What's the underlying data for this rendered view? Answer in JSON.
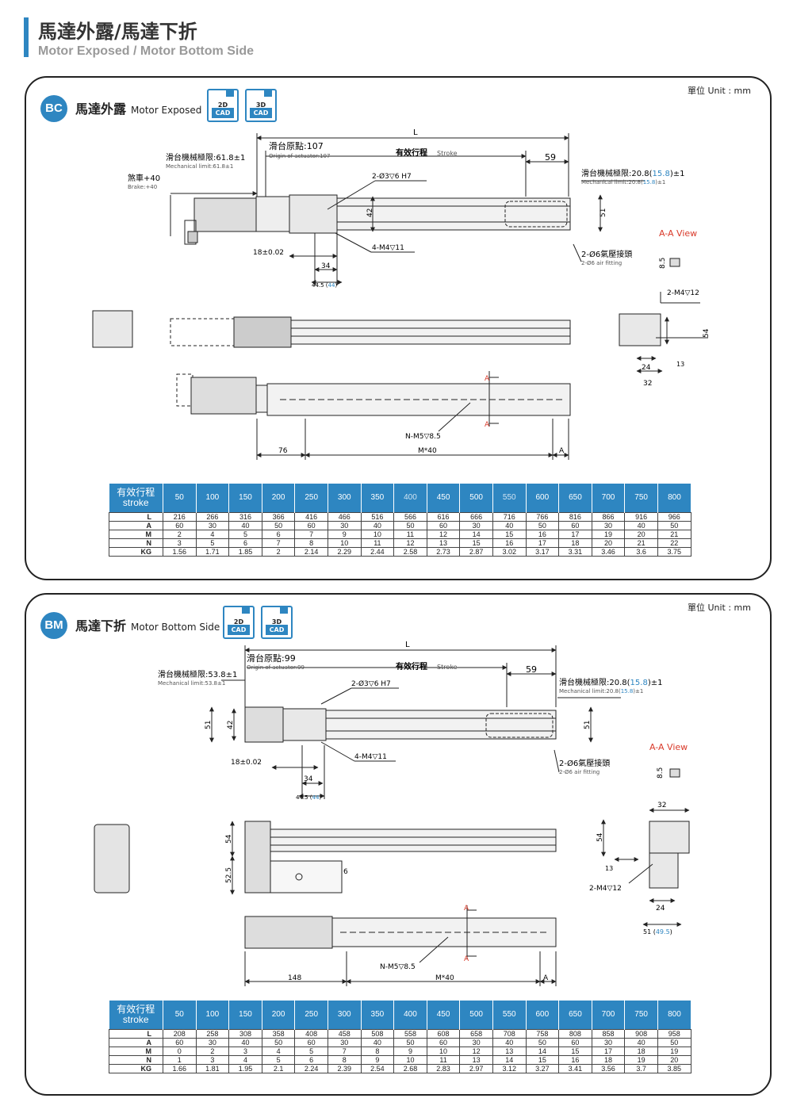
{
  "header": {
    "title_zh": "馬達外露/馬達下折",
    "title_en": "Motor Exposed / Motor Bottom Side"
  },
  "colors": {
    "accent": "#2e86c1",
    "bar_fill": "#e8e8e8",
    "line": "#222222"
  },
  "icons": [
    "cad-2d-icon",
    "cad-3d-icon"
  ],
  "sections": {
    "bc": {
      "unit": "單位 Unit : mm",
      "badge": "BC",
      "title_zh": "馬達外露",
      "title_en": "Motor Exposed",
      "cad2d": "2D",
      "cad3d": "3D",
      "cad": "CAD",
      "labels": {
        "L": "L",
        "origin": "滑台原點:107",
        "origin_en": "Origin of actuator:107",
        "stroke": "有效行程",
        "stroke_en": "Stroke",
        "d59": "59",
        "mech_left": "滑台機械極限:61.8±1",
        "mech_left_en": "Mechanical limit:61.8±1",
        "brake": "煞車+40",
        "brake_en": "Brake:+40",
        "mech_right_a": "滑台機械極限:20.8(",
        "mech_right_b": "15.8",
        "mech_right_c": ")±1",
        "mech_right_en_a": "Mechanical limit:20.8(",
        "mech_right_en_b": "15.8",
        "mech_right_en_c": ")±1",
        "hole_top": "2-Ø3▽6 H7",
        "d42": "42",
        "d51": "51",
        "thread": "4-M4▽11",
        "tol18": "18±0.02",
        "d34": "34",
        "d44a": "44.5 (",
        "d44b": "44",
        "d44c": ")",
        "fitting": "2-Ø6氣壓接頭",
        "fitting_en": "2-Ø6 air fitting",
        "aa_view": "A-A View",
        "d85": "8.5",
        "m4_12": "2-M4▽12",
        "d54": "54",
        "d13": "13",
        "d24": "24",
        "d32": "32",
        "a_mark": "A",
        "nm5": "N-M5▽8.5",
        "m40": "M*40",
        "d76": "76",
        "a_end": "A"
      },
      "table": {
        "head_zh": "有效行程",
        "head_en": "stroke",
        "strokes": [
          "50",
          "100",
          "150",
          "200",
          "250",
          "300",
          "350",
          "400",
          "450",
          "500",
          "550",
          "600",
          "650",
          "700",
          "750",
          "800"
        ],
        "rows": [
          {
            "name": "L",
            "values": [
              "216",
              "266",
              "316",
              "366",
              "416",
              "466",
              "516",
              "566",
              "616",
              "666",
              "716",
              "766",
              "816",
              "866",
              "916",
              "966"
            ]
          },
          {
            "name": "A",
            "values": [
              "60",
              "30",
              "40",
              "50",
              "60",
              "30",
              "40",
              "50",
              "60",
              "30",
              "40",
              "50",
              "60",
              "30",
              "40",
              "50"
            ]
          },
          {
            "name": "M",
            "values": [
              "2",
              "4",
              "5",
              "6",
              "7",
              "9",
              "10",
              "11",
              "12",
              "14",
              "15",
              "16",
              "17",
              "19",
              "20",
              "21"
            ]
          },
          {
            "name": "N",
            "values": [
              "3",
              "5",
              "6",
              "7",
              "8",
              "10",
              "11",
              "12",
              "13",
              "15",
              "16",
              "17",
              "18",
              "20",
              "21",
              "22"
            ]
          },
          {
            "name": "KG",
            "values": [
              "1.56",
              "1.71",
              "1.85",
              "2",
              "2.14",
              "2.29",
              "2.44",
              "2.58",
              "2.73",
              "2.87",
              "3.02",
              "3.17",
              "3.31",
              "3.46",
              "3.6",
              "3.75"
            ]
          }
        ]
      }
    },
    "bm": {
      "unit": "單位 Unit : mm",
      "badge": "BM",
      "title_zh": "馬達下折",
      "title_en": "Motor Bottom Side",
      "cad2d": "2D",
      "cad3d": "3D",
      "cad": "CAD",
      "labels": {
        "L": "L",
        "origin": "滑台原點:99",
        "origin_en": "Origin of actuator:99",
        "stroke": "有效行程",
        "stroke_en": "Stroke",
        "d59": "59",
        "mech_left": "滑台機械極限:53.8±1",
        "mech_left_en": "Mechanical limit:53.8±1",
        "mech_right_a": "滑台機械極限:20.8(",
        "mech_right_b": "15.8",
        "mech_right_c": ")±1",
        "mech_right_en_a": "Mechanical limit:20.8(",
        "mech_right_en_b": "15.8",
        "mech_right_en_c": ")±1",
        "hole_top": "2-Ø3▽6 H7",
        "d51": "51",
        "d42": "42",
        "d51r": "51",
        "thread": "4-M4▽11",
        "tol18": "18±0.02",
        "d34": "34",
        "d44a": "44.5 (",
        "d44b": "44",
        "d44c": ")",
        "fitting": "2-Ø6氣壓接頭",
        "fitting_en": "2-Ø6 air fitting",
        "aa_view": "A-A View",
        "d85": "8.5",
        "d32": "32",
        "d54": "54",
        "d525": "52.5",
        "d6": "6",
        "d54r": "54",
        "d13": "13",
        "m4_12": "2-M4▽12",
        "d24": "24",
        "d51b_a": "51 (",
        "d51b_b": "49.5",
        "d51b_c": ")",
        "a_mark": "A",
        "nm5": "N-M5▽8.5",
        "m40": "M*40",
        "d148": "148",
        "a_end": "A"
      },
      "table": {
        "head_zh": "有效行程",
        "head_en": "stroke",
        "strokes": [
          "50",
          "100",
          "150",
          "200",
          "250",
          "300",
          "350",
          "400",
          "450",
          "500",
          "550",
          "600",
          "650",
          "700",
          "750",
          "800"
        ],
        "rows": [
          {
            "name": "L",
            "values": [
              "208",
              "258",
              "308",
              "358",
              "408",
              "458",
              "508",
              "558",
              "608",
              "658",
              "708",
              "758",
              "808",
              "858",
              "908",
              "958"
            ]
          },
          {
            "name": "A",
            "values": [
              "60",
              "30",
              "40",
              "50",
              "60",
              "30",
              "40",
              "50",
              "60",
              "30",
              "40",
              "50",
              "60",
              "30",
              "40",
              "50"
            ]
          },
          {
            "name": "M",
            "values": [
              "0",
              "2",
              "3",
              "4",
              "5",
              "7",
              "8",
              "9",
              "10",
              "12",
              "13",
              "14",
              "15",
              "17",
              "18",
              "19"
            ]
          },
          {
            "name": "N",
            "values": [
              "1",
              "3",
              "4",
              "5",
              "6",
              "8",
              "9",
              "10",
              "11",
              "13",
              "14",
              "15",
              "16",
              "18",
              "19",
              "20"
            ]
          },
          {
            "name": "KG",
            "values": [
              "1.66",
              "1.81",
              "1.95",
              "2.1",
              "2.24",
              "2.39",
              "2.54",
              "2.68",
              "2.83",
              "2.97",
              "3.12",
              "3.27",
              "3.41",
              "3.56",
              "3.7",
              "3.85"
            ]
          }
        ]
      }
    }
  }
}
